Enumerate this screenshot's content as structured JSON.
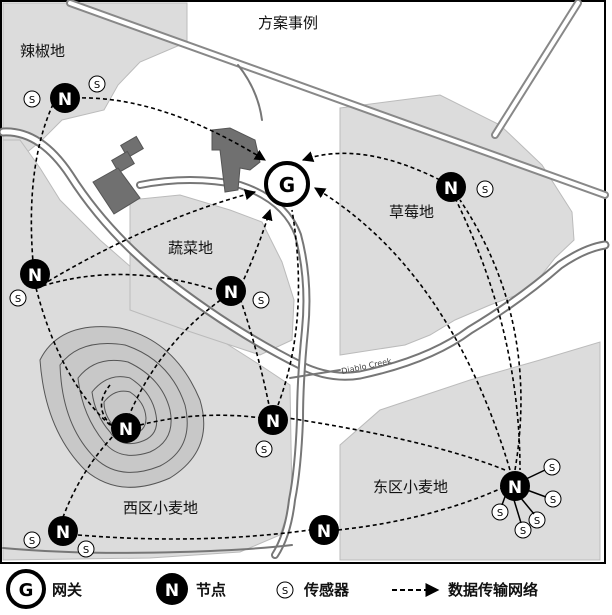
{
  "title": "方案事例",
  "creek_label": "Diablo Creek",
  "gateway": {
    "glyph": "G"
  },
  "node_glyph": "N",
  "sensor_glyph": "S",
  "regions": {
    "chili": "辣椒地",
    "vegetable": "蔬菜地",
    "strawberry": "草莓地",
    "west_wheat": "西区小麦地",
    "east_wheat": "东区小麦地"
  },
  "legend": {
    "gateway": "网关",
    "node": "节点",
    "sensor": "传感器",
    "network": "数据传输网络"
  },
  "colors": {
    "field_fill": "#dcdcdc",
    "hill_fill": "#c8c8c8",
    "building": "#707070",
    "node_fill": "#000000",
    "road": "#888888"
  }
}
